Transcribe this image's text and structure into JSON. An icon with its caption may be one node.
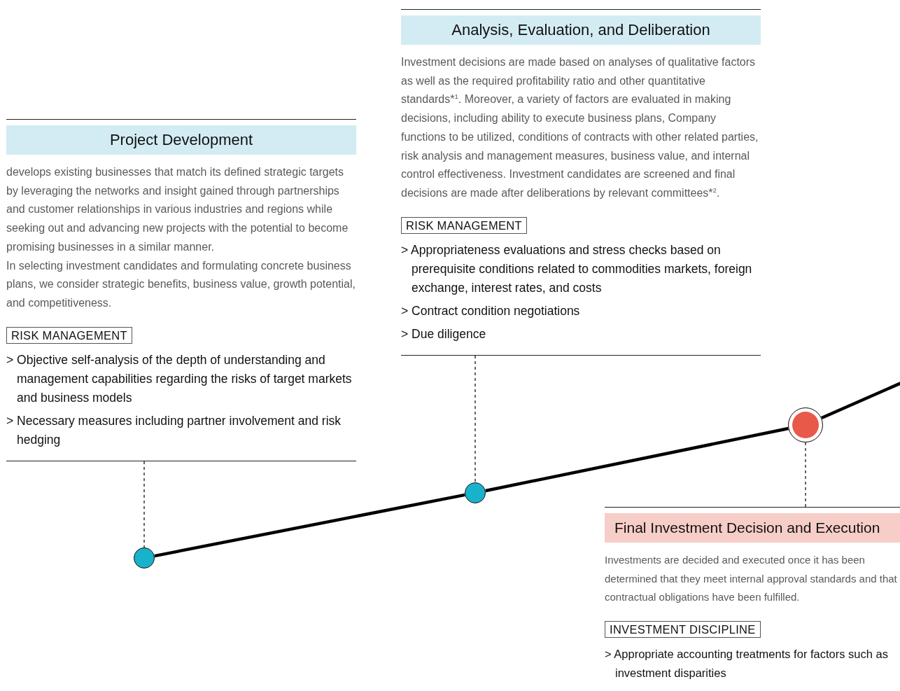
{
  "diagram": {
    "nodes": [
      {
        "text": [
          "develops existing businesses that match its defined strategic targets by leveraging the networks and insight gained through partnerships and customer relationships in various industries and regions while seeking out and advancing new projects with the potential to become promising businesses in a similar manner.",
          "In selecting investment candidates and formulating concrete business plans, we consider strategic benefits, business value, growth potential, and competitiveness.",
          "> Objective self-analysis of the depth of understanding and management capabilities regarding the risks of target markets and business models",
          "> Necessary measures including partner involvement and risk hedging"
        ]
      },
      {
        "text": [
          "Project Development"
        ],
        "in": 0
      },
      {
        "text": [
          "RISK MANAGEMENT"
        ],
        "in": 0
      },
      {
        "text": [
          "Investment decisions are made based on analyses of qualitative factors as well as the required profitability ratio and other quantitative standards*$^{1}$. Moreover, a variety of factors are evaluated in making decisions, including ability to execute business plans, Company functions to be utilized, conditions of contracts with other related parties, risk analysis and management measures, business value, and internal control effectiveness. Investment candidates are screened and final decisions are made after deliberations by relevant committees*$^{2}$.",
          "> Appropriateness evaluations and stress checks based on prerequisite conditions related to commodities markets, foreign exchange, interest rates, and costs",
          "> Contract condition negotiations",
          "> Due diligence"
        ]
      },
      {
        "text": [
          "Analysis, Evaluation, and Deliberation"
        ],
        "in": 3
      },
      {
        "text": [
          "RISK MANAGEMENT"
        ],
        "in": 3
      },
      {
        "text": [
          "Investments are decided and executed once it has been determined that they meet internal approval standards and that contractual obligations have been fulfilled.",
          "> Appropriate accounting treatments for factors such as investment disparities"
        ]
      },
      {
        "text": [
          "Final Investment Decision and Execution"
        ],
        "in": 6
      },
      {
        "text": [
          "INVESTMENT DISCIPLINE"
        ],
        "in": 6
      },
      {
        "text": [],
        "shape": "circle"
      },
      {
        "text": [],
        "shape": "circle"
      },
      {
        "text": [],
        "shape": "circle"
      }
    ],
    "edges": [
      {
        "from": 9,
        "to": 10,
        "arrow": "none",
        "style": "thick"
      },
      {
        "from": 10,
        "to": 11,
        "arrow": "none",
        "style": "thick"
      },
      {
        "from": 11,
        "to": null,
        "arrow": "none",
        "style": "thick"
      },
      {
        "from": 0,
        "to": 9,
        "arrow": "none",
        "style": "dashed"
      },
      {
        "from": 3,
        "to": 10,
        "arrow": "none",
        "style": "dashed"
      },
      {
        "from": 6,
        "to": 11,
        "arrow": "none",
        "style": "dashed"
      }
    ]
  }
}
